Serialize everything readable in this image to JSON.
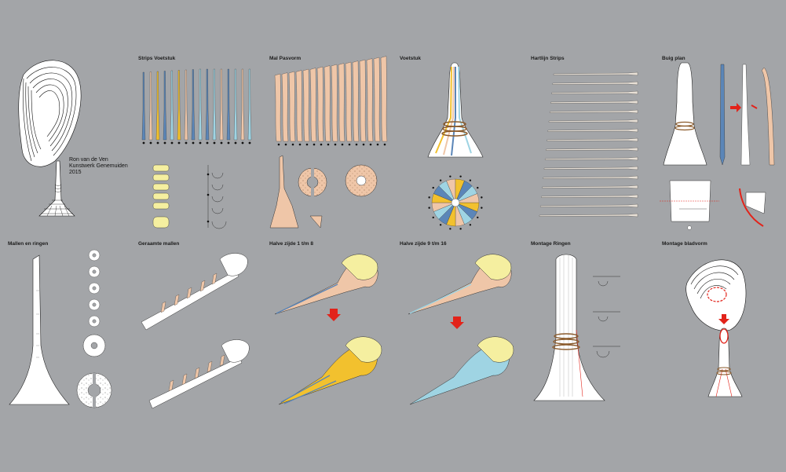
{
  "credit": {
    "name": "Ron van de Ven",
    "work": "Kunstwerk Genemuiden",
    "year": "2015"
  },
  "panels": {
    "strips_voetstuk": "Strips Voetstuk",
    "mal_pasvorm": "Mal Pasvorm",
    "voetstuk": "Voetstuk",
    "hartlijn_strips": "Hartlijn Strips",
    "buig_plan": "Buig plan",
    "mallen_en_ringen": "Mallen en ringen",
    "gerante_mallen": "Geraamte mallen",
    "halve_zijde_1_8": "Halve zijde 1 t/m 8",
    "halve_zijde_9_16": "Halve zijde 9 t/m 16",
    "montage_ringen": "Montage Ringen",
    "montage_bladvorm": "Montage bladvorm"
  },
  "colors": {
    "background": "#a3a5a8",
    "yellow": "#f2c12e",
    "blue": "#5b86b8",
    "light_blue": "#9fd4e3",
    "salmon": "#efc6a8",
    "cream": "#f5efa0",
    "red": "#e2231a"
  },
  "icons": [
    "red-down-arrow-icon",
    "red-right-arrow-icon"
  ]
}
